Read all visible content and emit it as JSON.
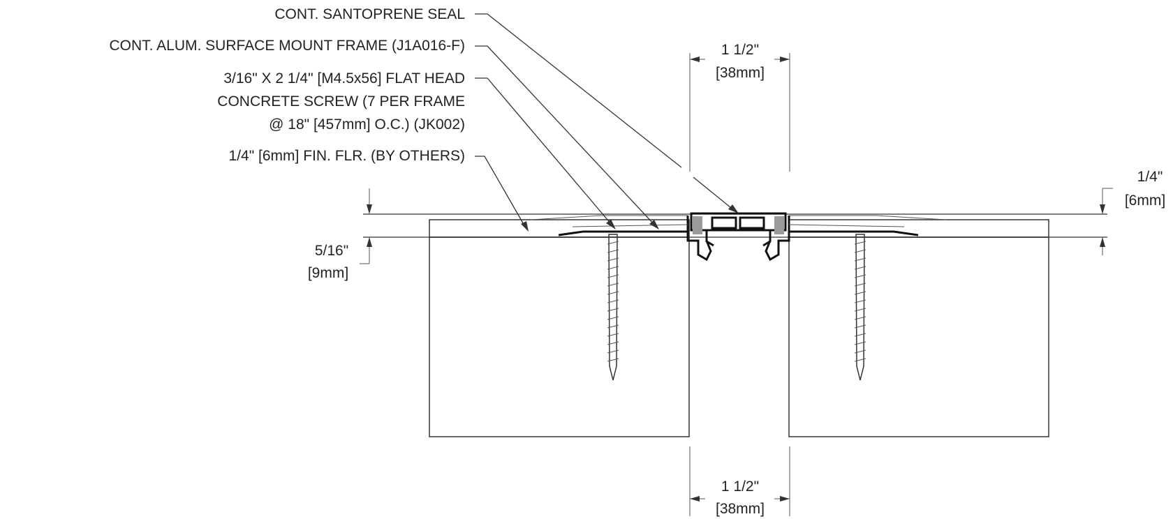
{
  "callouts": {
    "seal": "CONT. SANTOPRENE SEAL",
    "frame": "CONT. ALUM. SURFACE MOUNT FRAME (J1A016-F)",
    "screw_line1": "3/16\" X 2 1/4\" [M4.5x56] FLAT HEAD",
    "screw_line2": "CONCRETE SCREW (7 PER FRAME",
    "screw_line3": "@ 18\" [457mm] O.C.) (JK002)",
    "floor": "1/4\" [6mm] FIN. FLR. (BY OTHERS)"
  },
  "dimensions": {
    "top_gap_in": "1 1/2\"",
    "top_gap_mm": "[38mm]",
    "bottom_gap_in": "1 1/2\"",
    "bottom_gap_mm": "[38mm]",
    "finish_in": "1/4\"",
    "finish_mm": "[6mm]",
    "frame_in": "5/16\"",
    "frame_mm": "[9mm]"
  },
  "colors": {
    "line": "#333333",
    "seal_fill": "#9a9a9a"
  }
}
